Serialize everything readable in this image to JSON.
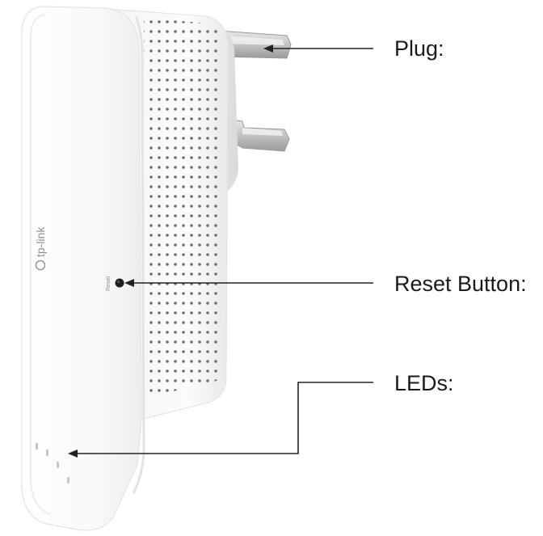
{
  "callouts": {
    "plug": "Plug:",
    "reset": "Reset Button:",
    "leds": "LEDs:"
  },
  "device": {
    "brand": "tp-link",
    "reset_marking": "Reset"
  },
  "colors": {
    "device_body": "#f7f7f7",
    "device_shadow": "#e6e6e6",
    "plug_metal": "#c9c9c9",
    "callout_line": "#222222"
  }
}
